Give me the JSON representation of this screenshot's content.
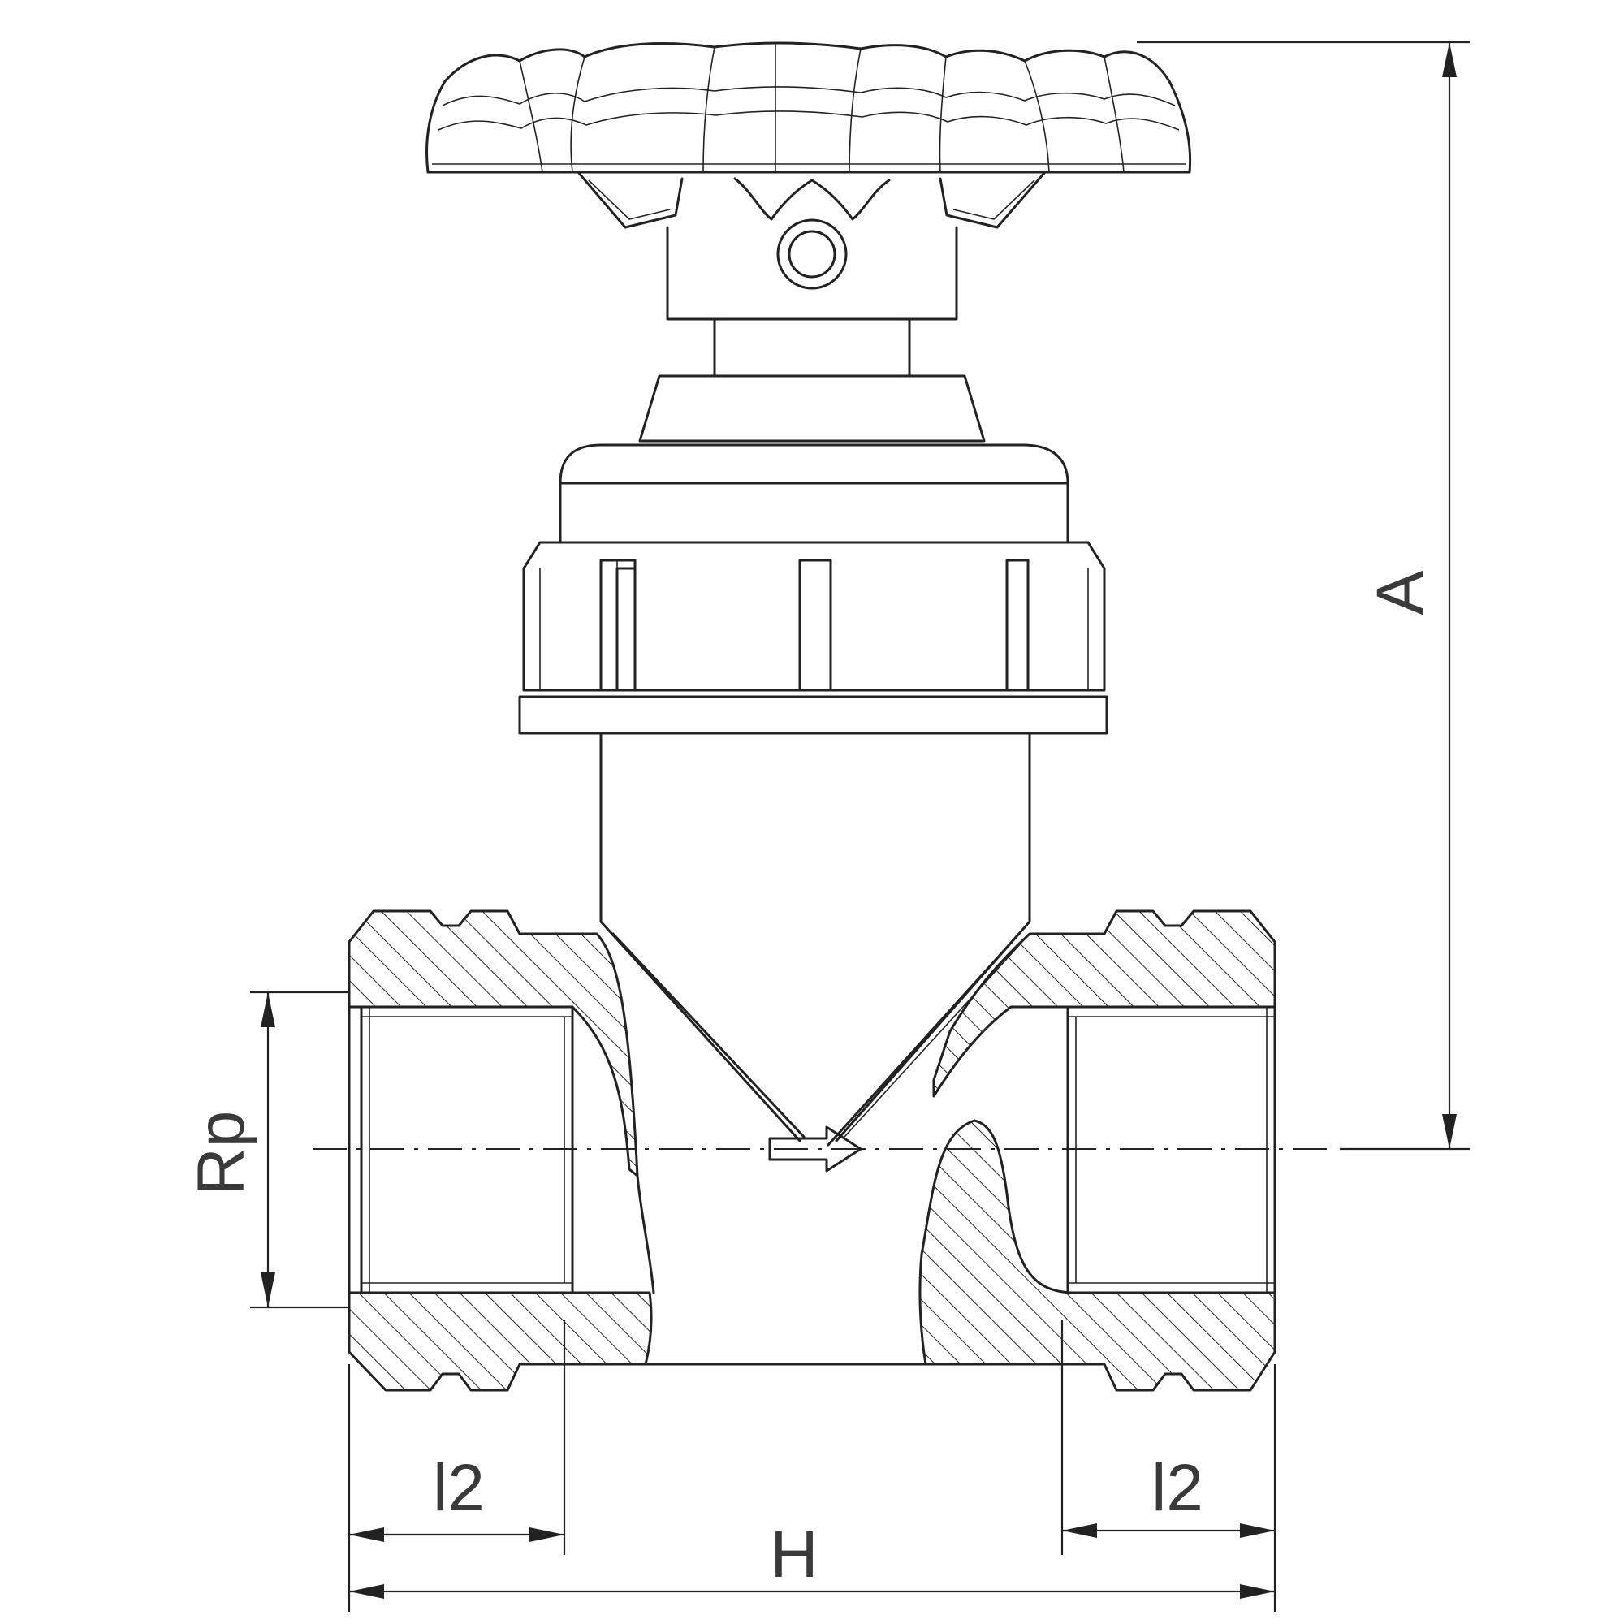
{
  "labels": {
    "height_total": "A",
    "bore": "Rp",
    "thread_length_left": "l2",
    "thread_length_right": "l2",
    "overall_length": "H"
  }
}
